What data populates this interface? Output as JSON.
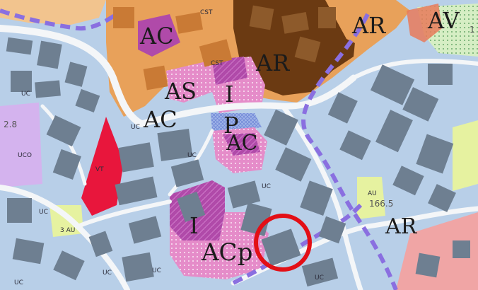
{
  "map": {
    "large_labels": {
      "ac_top": "AC",
      "ar_top_center": "AR",
      "ar_top_right": "AR",
      "av": "AV",
      "as": "AS",
      "i_upper": "I",
      "ac_left": "AC",
      "p": "P",
      "ac_center": "AC",
      "i_lower": "I",
      "acp": "ACp",
      "ar_right": "AR"
    },
    "small_labels": {
      "cst_1": "CST",
      "cst_2": "CST",
      "uc_1": "UC",
      "uc_2": "UC",
      "uc_3": "UC",
      "uc_4": "UC",
      "uc_5": "UC",
      "uc_6": "UC",
      "uc_7": "UC",
      "uc_8": "UC",
      "uc_9": "UC",
      "uco": "UCO",
      "vt": "VT",
      "au_left": "3 AU",
      "au_right": "AU",
      "num_left": "2.8",
      "num_right": "166.5",
      "num_av": "1"
    },
    "colors": {
      "base_blue": "#b8cfe8",
      "building_gray": "#6e7f91",
      "road_white": "#f4f6f8",
      "orange_zone": "#e8a15a",
      "brown_zone": "#6b3a12",
      "pink_zone": "#e58cc9",
      "purple_zone": "#b04aa9",
      "red_zone": "#e8163c",
      "lavender_zone": "#d4b3ee",
      "lime_zone": "#e6f2a0",
      "salmon_zone": "#f0a5a5",
      "dashed_boundary": "#8a6fe0",
      "highlight_circle": "#e30f16"
    }
  }
}
